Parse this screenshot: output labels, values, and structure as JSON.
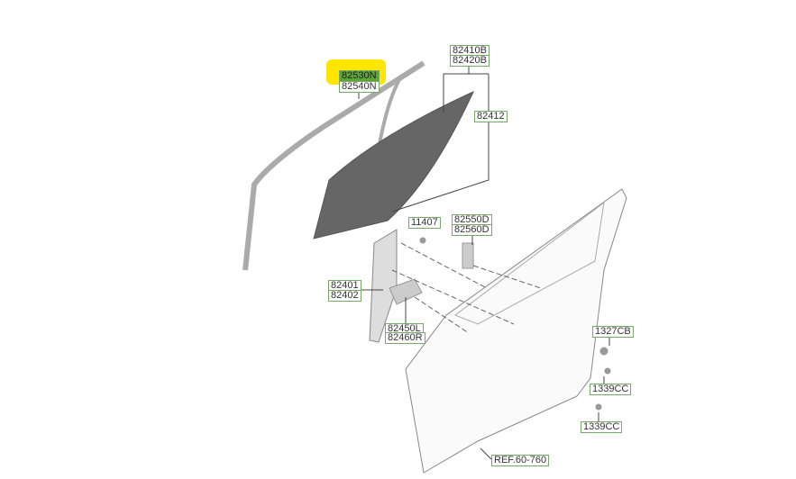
{
  "highlight_color": "#ffe600",
  "labels": {
    "p82530N": "82530N",
    "p82540N": "82540N",
    "p82410B": "82410B",
    "p82420B": "82420B",
    "p82412": "82412",
    "p11407": "11407",
    "p82550D": "82550D",
    "p82560D": "82560D",
    "p82401": "82401",
    "p82402": "82402",
    "p82450L": "82450L",
    "p82460R": "82460R",
    "p1327CB": "1327CB",
    "p1339CC_a": "1339CC",
    "p1339CC_b": "1339CC",
    "ref": "REF.60-760"
  }
}
